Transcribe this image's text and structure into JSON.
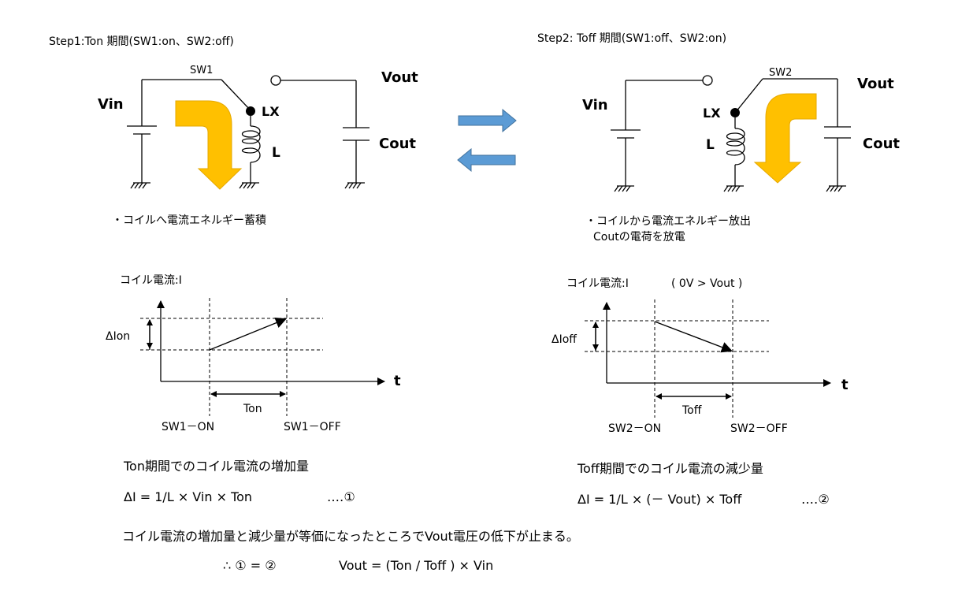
{
  "step1": {
    "title": "Step1:Ton 期間(SW1:on、SW2:off)",
    "vin": "Vin",
    "sw": "SW1",
    "lx": "LX",
    "l": "L",
    "vout": "Vout",
    "cout": "Cout",
    "note": "・コイルへ電流エネルギー蓄積",
    "graph": {
      "ylabel": "コイル電流:I",
      "delta": "ΔIon",
      "t": "t",
      "period": "Ton",
      "start": "SW1－ON",
      "end": "SW1－OFF"
    },
    "heading": "Ton期間でのコイル電流の増加量",
    "formula": "ΔI = 1/L × Vin × Ton",
    "formula_no": "‥‥①"
  },
  "step2": {
    "title": "Step2:  Toff 期間(SW1:off、SW2:on)",
    "vin": "Vin",
    "sw": "SW2",
    "lx": "LX",
    "l": "L",
    "vout": "Vout",
    "cout": "Cout",
    "note1": "・コイルから電流エネルギー放出",
    "note2": "Coutの電荷を放電",
    "graph": {
      "ylabel": "コイル電流:I",
      "condition": "( 0V > Vout )",
      "delta": "ΔIoff",
      "t": "t",
      "period": "Toff",
      "start": "SW2－ON",
      "end": "SW2－OFF"
    },
    "heading": "Toff期間でのコイル電流の減少量",
    "formula": "ΔI = 1/L × (－ Vout) × Toff",
    "formula_no": "‥‥②"
  },
  "conclusion": "コイル電流の増加量と減少量が等価になったところでVout電圧の低下が止まる。",
  "result_eq": "∴  ① = ②",
  "result_formula": "Vout = (Ton / Toff ) × Vin",
  "colors": {
    "flow_arrow": "#FFC000",
    "flow_arrow_edge": "#E6A800",
    "swap_arrow": "#5B9BD5",
    "swap_arrow_edge": "#41719C"
  }
}
